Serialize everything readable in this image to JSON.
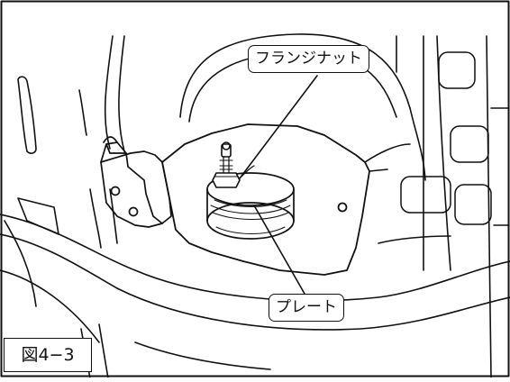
{
  "callouts": {
    "flange_nut": "フランジナット",
    "plate": "プレート"
  },
  "figure_number": "図4−3"
}
